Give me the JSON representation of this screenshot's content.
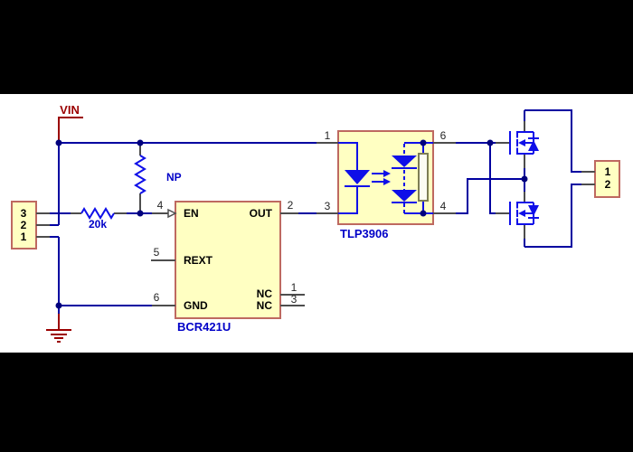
{
  "colors": {
    "background": "#000000",
    "canvas": "#ffffff",
    "wire": "#0000a0",
    "symbol": "#0f0fe8",
    "dot": "#00007d",
    "pin_lead": "#4d4d4d",
    "pin_number": "#262626",
    "text_dark": "#000000",
    "label_blue": "#0000c8",
    "supply": "#9b0000",
    "box_fill": "#ffffc2",
    "box_border": "#be6960",
    "resistor_fill": "#fcfcf2",
    "resistor_border": "#7d7d54"
  },
  "schematic": {
    "vin_label": "VIN",
    "left_connector": {
      "pin_3": "3",
      "pin_2": "2",
      "pin_1": "1"
    },
    "series_resistor_value": "20k",
    "pullup_resistor_value": "NP",
    "led_driver": {
      "ref": "BCR421U",
      "pins": {
        "en": {
          "num": "4",
          "name": "EN"
        },
        "rext": {
          "num": "5",
          "name": "REXT"
        },
        "gnd": {
          "num": "6",
          "name": "GND"
        },
        "out": {
          "num": "2",
          "name": "OUT"
        },
        "nc1": {
          "num": "1",
          "name": "NC"
        },
        "nc2": {
          "num": "3",
          "name": "NC"
        }
      }
    },
    "optocoupler": {
      "ref": "TLP3906",
      "pins": {
        "anode": "1",
        "cathode": "3",
        "vdrain": "6",
        "vsource": "4"
      }
    },
    "right_connector": {
      "pin_1": "1",
      "pin_2": "2"
    }
  }
}
